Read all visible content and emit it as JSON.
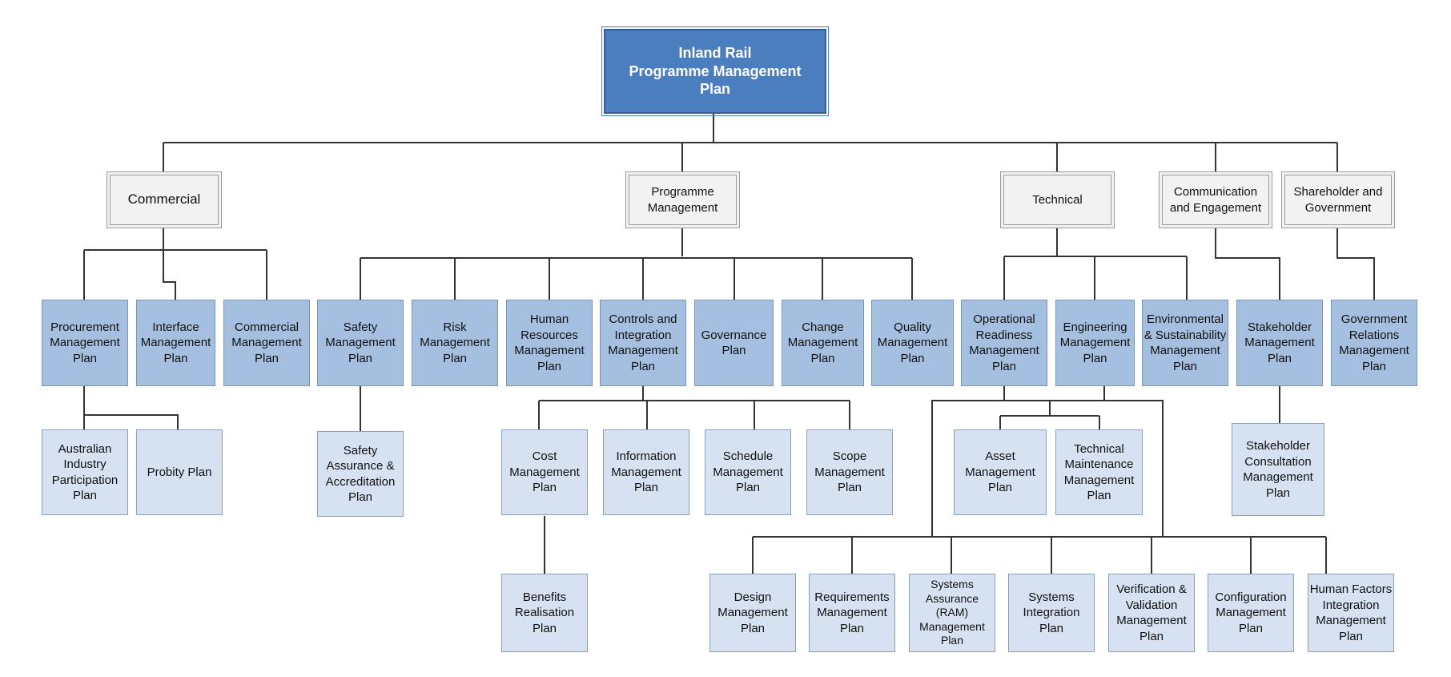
{
  "root": "Inland Rail\nProgramme Management\nPlan",
  "categories": {
    "commercial": "Commercial",
    "programme": "Programme\nManagement",
    "technical": "Technical",
    "communication": "Communication\nand Engagement",
    "shareholder": "Shareholder and\nGovernment"
  },
  "plans": {
    "procurement": "Procurement\nManagement\nPlan",
    "interface": "Interface\nManagement\nPlan",
    "commercial_mp": "Commercial\nManagement\nPlan",
    "safety": "Safety\nManagement\nPlan",
    "risk": "Risk\nManagement\nPlan",
    "hr": "Human\nResources\nManagement\nPlan",
    "controls": "Controls and\nIntegration\nManagement\nPlan",
    "governance": "Governance\nPlan",
    "change": "Change\nManagement\nPlan",
    "quality": "Quality\nManagement\nPlan",
    "operational": "Operational\nReadiness\nManagement\nPlan",
    "engineering": "Engineering\nManagement\nPlan",
    "environmental": "Environmental\n& Sustainability\nManagement\nPlan",
    "stakeholder": "Stakeholder\nManagement\nPlan",
    "government": "Government\nRelations\nManagement\nPlan"
  },
  "subplans": {
    "aip": "Australian\nIndustry\nParticipation\nPlan",
    "probity": "Probity Plan",
    "safety_assurance": "Safety\nAssurance &\nAccreditation\nPlan",
    "cost": "Cost\nManagement\nPlan",
    "information": "Information\nManagement\nPlan",
    "schedule": "Schedule\nManagement\nPlan",
    "scope": "Scope\nManagement\nPlan",
    "benefits": "Benefits\nRealisation\nPlan",
    "asset": "Asset\nManagement\nPlan",
    "tech_maintenance": "Technical\nMaintenance\nManagement\nPlan",
    "consultation": "Stakeholder\nConsultation\nManagement\nPlan",
    "design": "Design\nManagement\nPlan",
    "requirements": "Requirements\nManagement\nPlan",
    "systems_assurance": "Systems\nAssurance\n(RAM)\nManagement\nPlan",
    "systems_integration": "Systems\nIntegration\nPlan",
    "vv": "Verification &\nValidation\nManagement\nPlan",
    "configuration": "Configuration\nManagement\nPlan",
    "human_factors": "Human Factors\nIntegration\nManagement\nPlan"
  },
  "colors": {
    "root_fill": "#4a7ebf",
    "category_fill": "#f2f2f2",
    "plan_fill": "#a5bfe0",
    "subplan_fill": "#d6e1f1",
    "connector": "#333333"
  }
}
